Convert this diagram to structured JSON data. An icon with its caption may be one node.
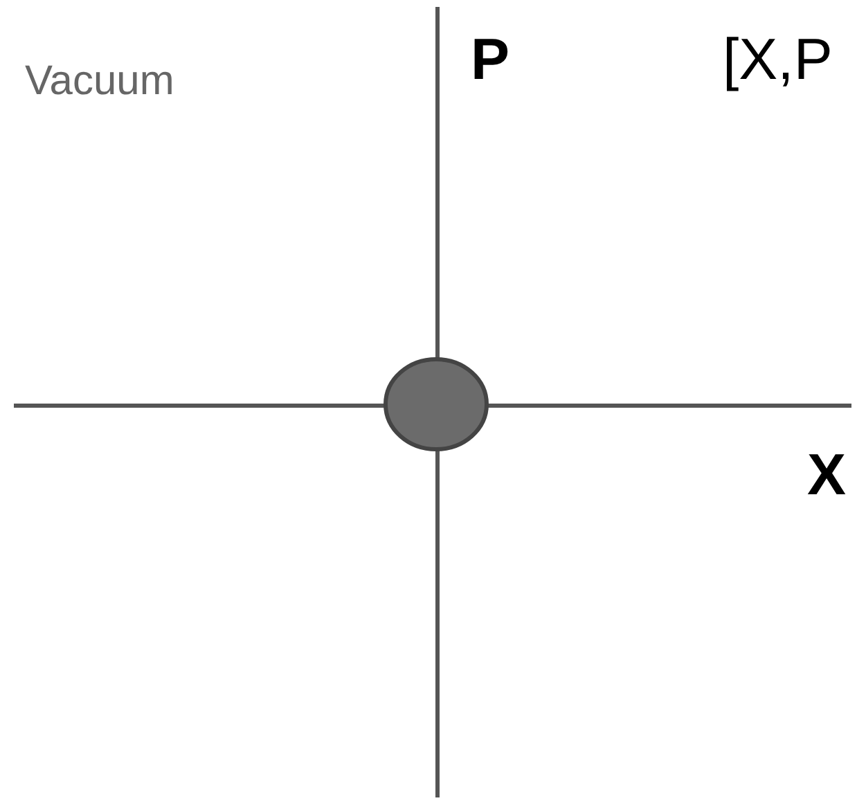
{
  "diagram": {
    "nodes": [
      {
        "text": [],
        "shape": "circle"
      }
    ],
    "labels": [
      "Vacuum",
      "P",
      "[X,P",
      "X"
    ]
  }
}
